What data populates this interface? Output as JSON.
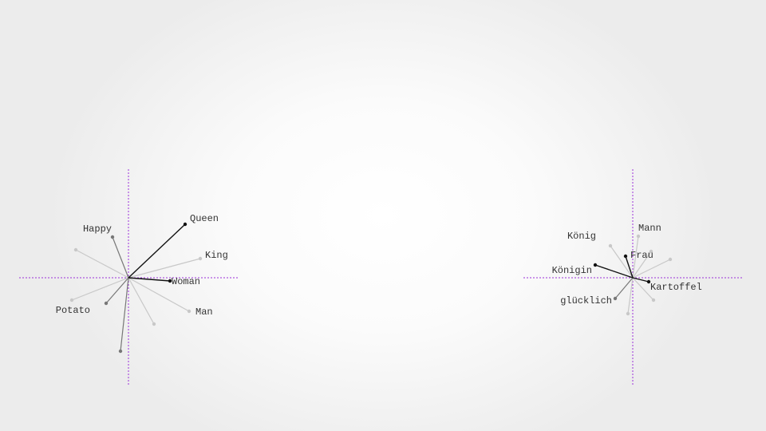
{
  "colors": {
    "axis": "#9b30d9",
    "strong": "#111111",
    "medium": "#777777",
    "faint": "#c8c8c8"
  },
  "panels": [
    {
      "name": "english",
      "words": [
        {
          "label": "Queen",
          "vx": 71,
          "vy": 67,
          "tone": "strong"
        },
        {
          "label": "Woman",
          "vx": 52,
          "vy": -4,
          "tone": "strong"
        },
        {
          "label": "King",
          "vx": 90,
          "vy": 24,
          "tone": "faint"
        },
        {
          "label": "Man",
          "vx": 76,
          "vy": -42,
          "tone": "faint"
        },
        {
          "label": "Happy",
          "vx": -20,
          "vy": 51,
          "tone": "medium"
        },
        {
          "label": "Potato",
          "vx": -28,
          "vy": -32,
          "tone": "medium"
        },
        {
          "label": "",
          "vx": -66,
          "vy": 35,
          "tone": "faint"
        },
        {
          "label": "",
          "vx": -71,
          "vy": -28,
          "tone": "faint"
        },
        {
          "label": "",
          "vx": 32,
          "vy": -58,
          "tone": "faint"
        },
        {
          "label": "",
          "vx": -10,
          "vy": -92,
          "tone": "medium"
        }
      ]
    },
    {
      "name": "german",
      "words": [
        {
          "label": "Mann",
          "vx": 7,
          "vy": 52,
          "tone": "faint"
        },
        {
          "label": "König",
          "vx": -28,
          "vy": 40,
          "tone": "faint"
        },
        {
          "label": "Frau",
          "vx": -9,
          "vy": 27,
          "tone": "strong"
        },
        {
          "label": "Königin",
          "vx": -47,
          "vy": 16,
          "tone": "strong"
        },
        {
          "label": "Kartoffel",
          "vx": 20,
          "vy": -5,
          "tone": "strong"
        },
        {
          "label": "glücklich",
          "vx": -22,
          "vy": -26,
          "tone": "medium"
        },
        {
          "label": "",
          "vx": 47,
          "vy": 23,
          "tone": "faint"
        },
        {
          "label": "",
          "vx": 23,
          "vy": 33,
          "tone": "faint"
        },
        {
          "label": "",
          "vx": 26,
          "vy": -28,
          "tone": "faint"
        },
        {
          "label": "",
          "vx": -6,
          "vy": -45,
          "tone": "faint"
        }
      ]
    }
  ]
}
